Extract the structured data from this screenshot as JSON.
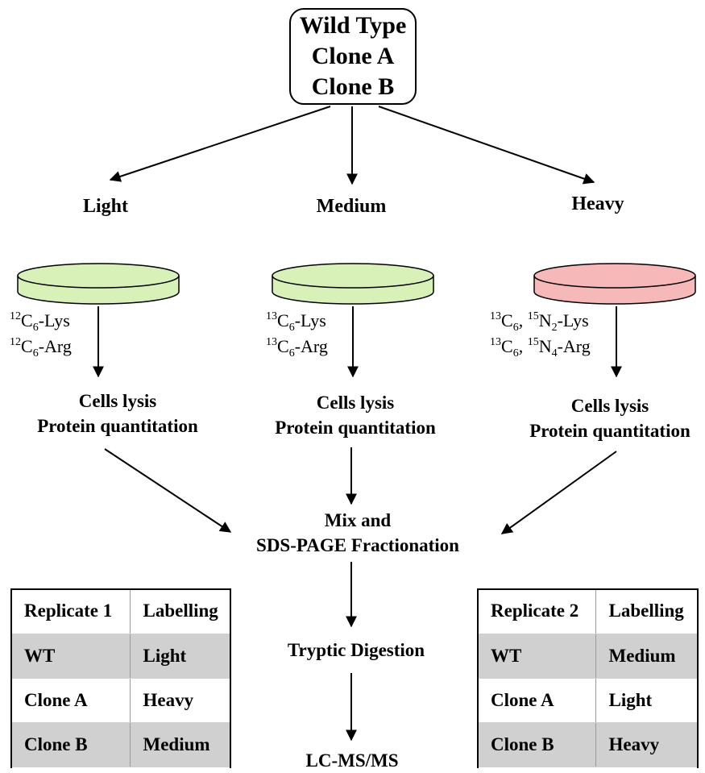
{
  "start": {
    "lines": [
      "Wild Type",
      "Clone A",
      "Clone B"
    ]
  },
  "arms": [
    {
      "label": "Light",
      "dish_color": "#d8f1b8",
      "reagents": [
        {
          "sup1": "12",
          "main1": "C",
          "sub1": "6",
          "rest": "-Lys"
        },
        {
          "sup1": "12",
          "main1": "C",
          "sub1": "6",
          "rest": "-Arg"
        }
      ],
      "process": [
        "Cells lysis",
        "Protein quantitation"
      ]
    },
    {
      "label": "Medium",
      "dish_color": "#d8f1b8",
      "reagents": [
        {
          "sup1": "13",
          "main1": "C",
          "sub1": "6",
          "rest": "-Lys"
        },
        {
          "sup1": "13",
          "main1": "C",
          "sub1": "6",
          "rest": "-Arg"
        }
      ],
      "process": [
        "Cells lysis",
        "Protein quantitation"
      ]
    },
    {
      "label": "Heavy",
      "dish_color": "#f6b8b8",
      "reagents": [
        {
          "sup1": "13",
          "main1": "C",
          "sub1": "6",
          "sep": ", ",
          "sup2": "15",
          "main2": "N",
          "sub2": "2",
          "rest": "-Lys"
        },
        {
          "sup1": "13",
          "main1": "C",
          "sub1": "6",
          "sep": ", ",
          "sup2": "15",
          "main2": "N",
          "sub2": "4",
          "rest": "-Arg"
        }
      ],
      "process": [
        "Cells lysis",
        "Protein quantitation"
      ]
    }
  ],
  "mix": [
    "Mix and",
    "SDS-PAGE Fractionation"
  ],
  "digestion": "Tryptic Digestion",
  "lcms": "LC-MS/MS",
  "tables": [
    {
      "header": [
        "Replicate 1",
        "Labelling"
      ],
      "rows": [
        [
          "WT",
          "Light"
        ],
        [
          "Clone A",
          "Heavy"
        ],
        [
          "Clone B",
          "Medium"
        ]
      ],
      "shaded_rows": [
        0,
        2
      ]
    },
    {
      "header": [
        "Replicate 2",
        "Labelling"
      ],
      "rows": [
        [
          "WT",
          "Medium"
        ],
        [
          "Clone A",
          "Light"
        ],
        [
          "Clone B",
          "Heavy"
        ]
      ],
      "shaded_rows": [
        0,
        2
      ]
    }
  ]
}
